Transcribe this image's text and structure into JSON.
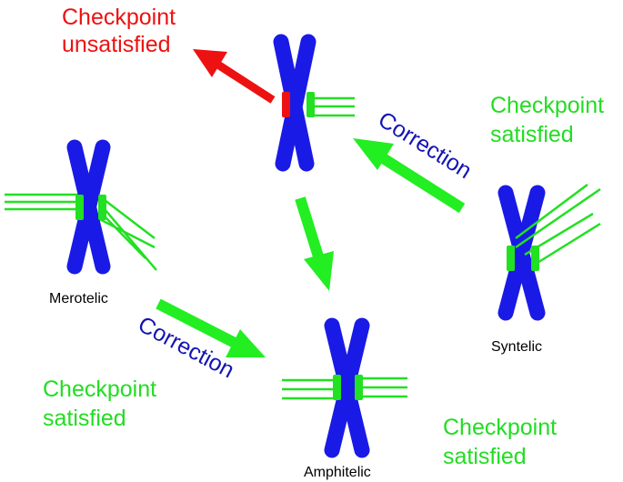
{
  "colors": {
    "chromosome": "#1a1ae6",
    "attached_kinetochore": "#22e022",
    "unattached_kinetochore": "#ee1111",
    "microtubule": "#22e022",
    "arrow_unsatisfied": "#ee1111",
    "arrow_correction": "#22ee22",
    "text_unsatisfied": "#ee1111",
    "text_satisfied": "#22dd22",
    "text_correction": "#1414b4",
    "text_label": "#000000"
  },
  "labels": {
    "unsatisfied": [
      "Checkpoint",
      "unsatisfied"
    ],
    "satisfied_right": [
      "Checkpoint",
      "satisfied"
    ],
    "satisfied_left": [
      "Checkpoint",
      "satisfied"
    ],
    "satisfied_bottom": [
      "Checkpoint",
      "satisfied"
    ],
    "correction_top": "Correction",
    "correction_bottom": "Correction",
    "merotelic": "Merotelic",
    "syntelic": "Syntelic",
    "amphitelic": "Amphitelic"
  }
}
